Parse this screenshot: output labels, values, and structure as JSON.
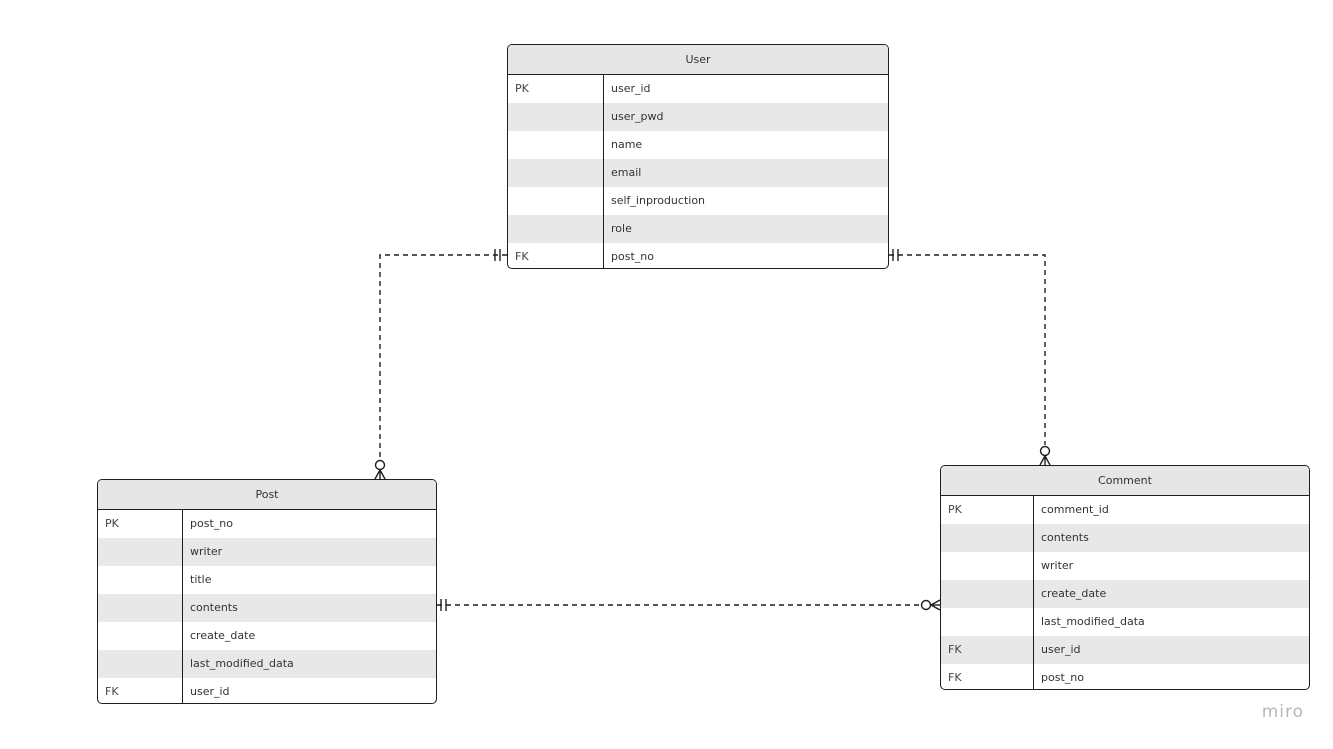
{
  "entities": {
    "user": {
      "title": "User",
      "rows": [
        {
          "key": "PK",
          "column": "user_id"
        },
        {
          "key": "",
          "column": "user_pwd"
        },
        {
          "key": "",
          "column": "name"
        },
        {
          "key": "",
          "column": "email"
        },
        {
          "key": "",
          "column": "self_inproduction"
        },
        {
          "key": "",
          "column": "role"
        },
        {
          "key": "FK",
          "column": "post_no"
        }
      ]
    },
    "post": {
      "title": "Post",
      "rows": [
        {
          "key": "PK",
          "column": "post_no"
        },
        {
          "key": "",
          "column": "writer"
        },
        {
          "key": "",
          "column": "title"
        },
        {
          "key": "",
          "column": "contents"
        },
        {
          "key": "",
          "column": "create_date"
        },
        {
          "key": "",
          "column": "last_modified_data"
        },
        {
          "key": "FK",
          "column": "user_id"
        }
      ]
    },
    "comment": {
      "title": "Comment",
      "rows": [
        {
          "key": "PK",
          "column": "comment_id"
        },
        {
          "key": "",
          "column": "contents"
        },
        {
          "key": "",
          "column": "writer"
        },
        {
          "key": "",
          "column": "create_date"
        },
        {
          "key": "",
          "column": "last_modified_data"
        },
        {
          "key": "FK",
          "column": "user_id"
        },
        {
          "key": "FK",
          "column": "post_no"
        }
      ]
    }
  },
  "watermark": "miro",
  "colors": {
    "border": "#1e1e1e",
    "header_bg": "#e6e6e6",
    "alt_row_bg": "#e8e8e8",
    "watermark": "#b8b8b8"
  }
}
